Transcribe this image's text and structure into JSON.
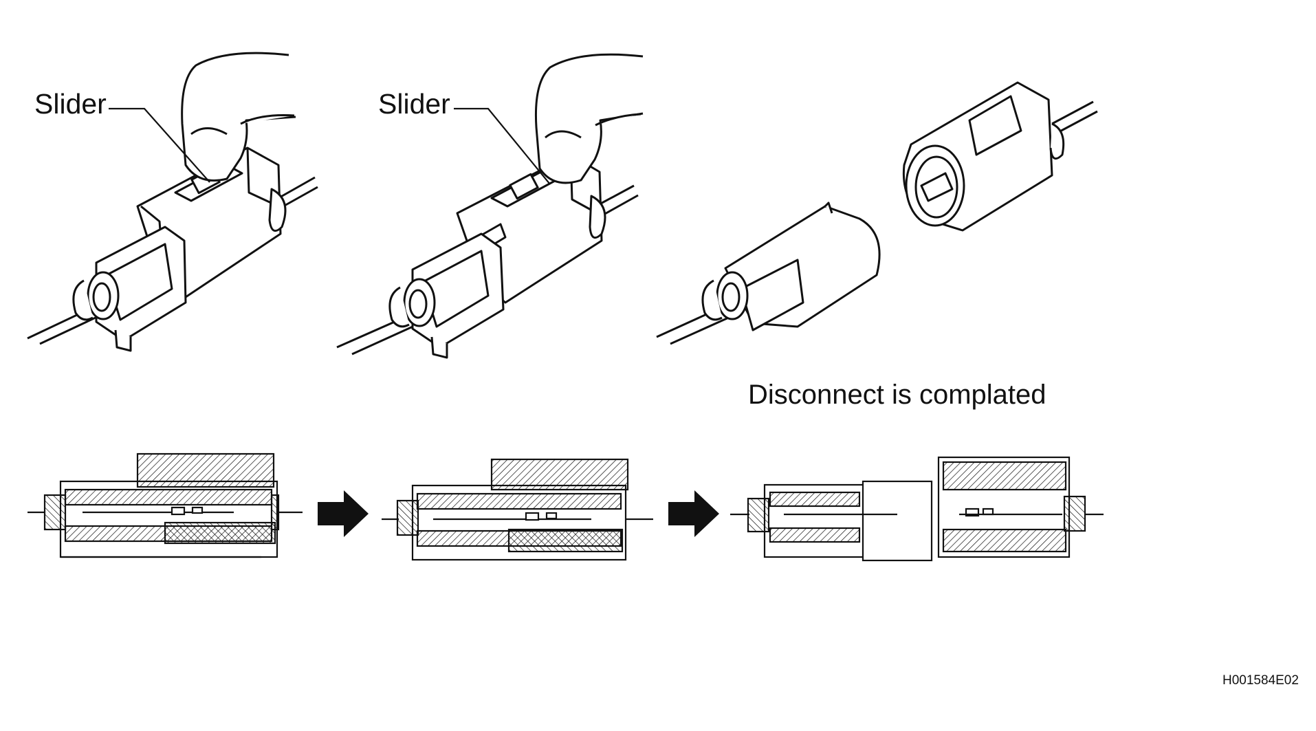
{
  "labels": {
    "slider_1": "Slider",
    "slider_2": "Slider",
    "disconnect_status": "Disconnect is complated",
    "figure_code": "H001584E02"
  },
  "colors": {
    "line": "#111111",
    "background": "#ffffff"
  },
  "icons": [
    "finger-icon",
    "arrow-right-icon",
    "connector-icon"
  ]
}
